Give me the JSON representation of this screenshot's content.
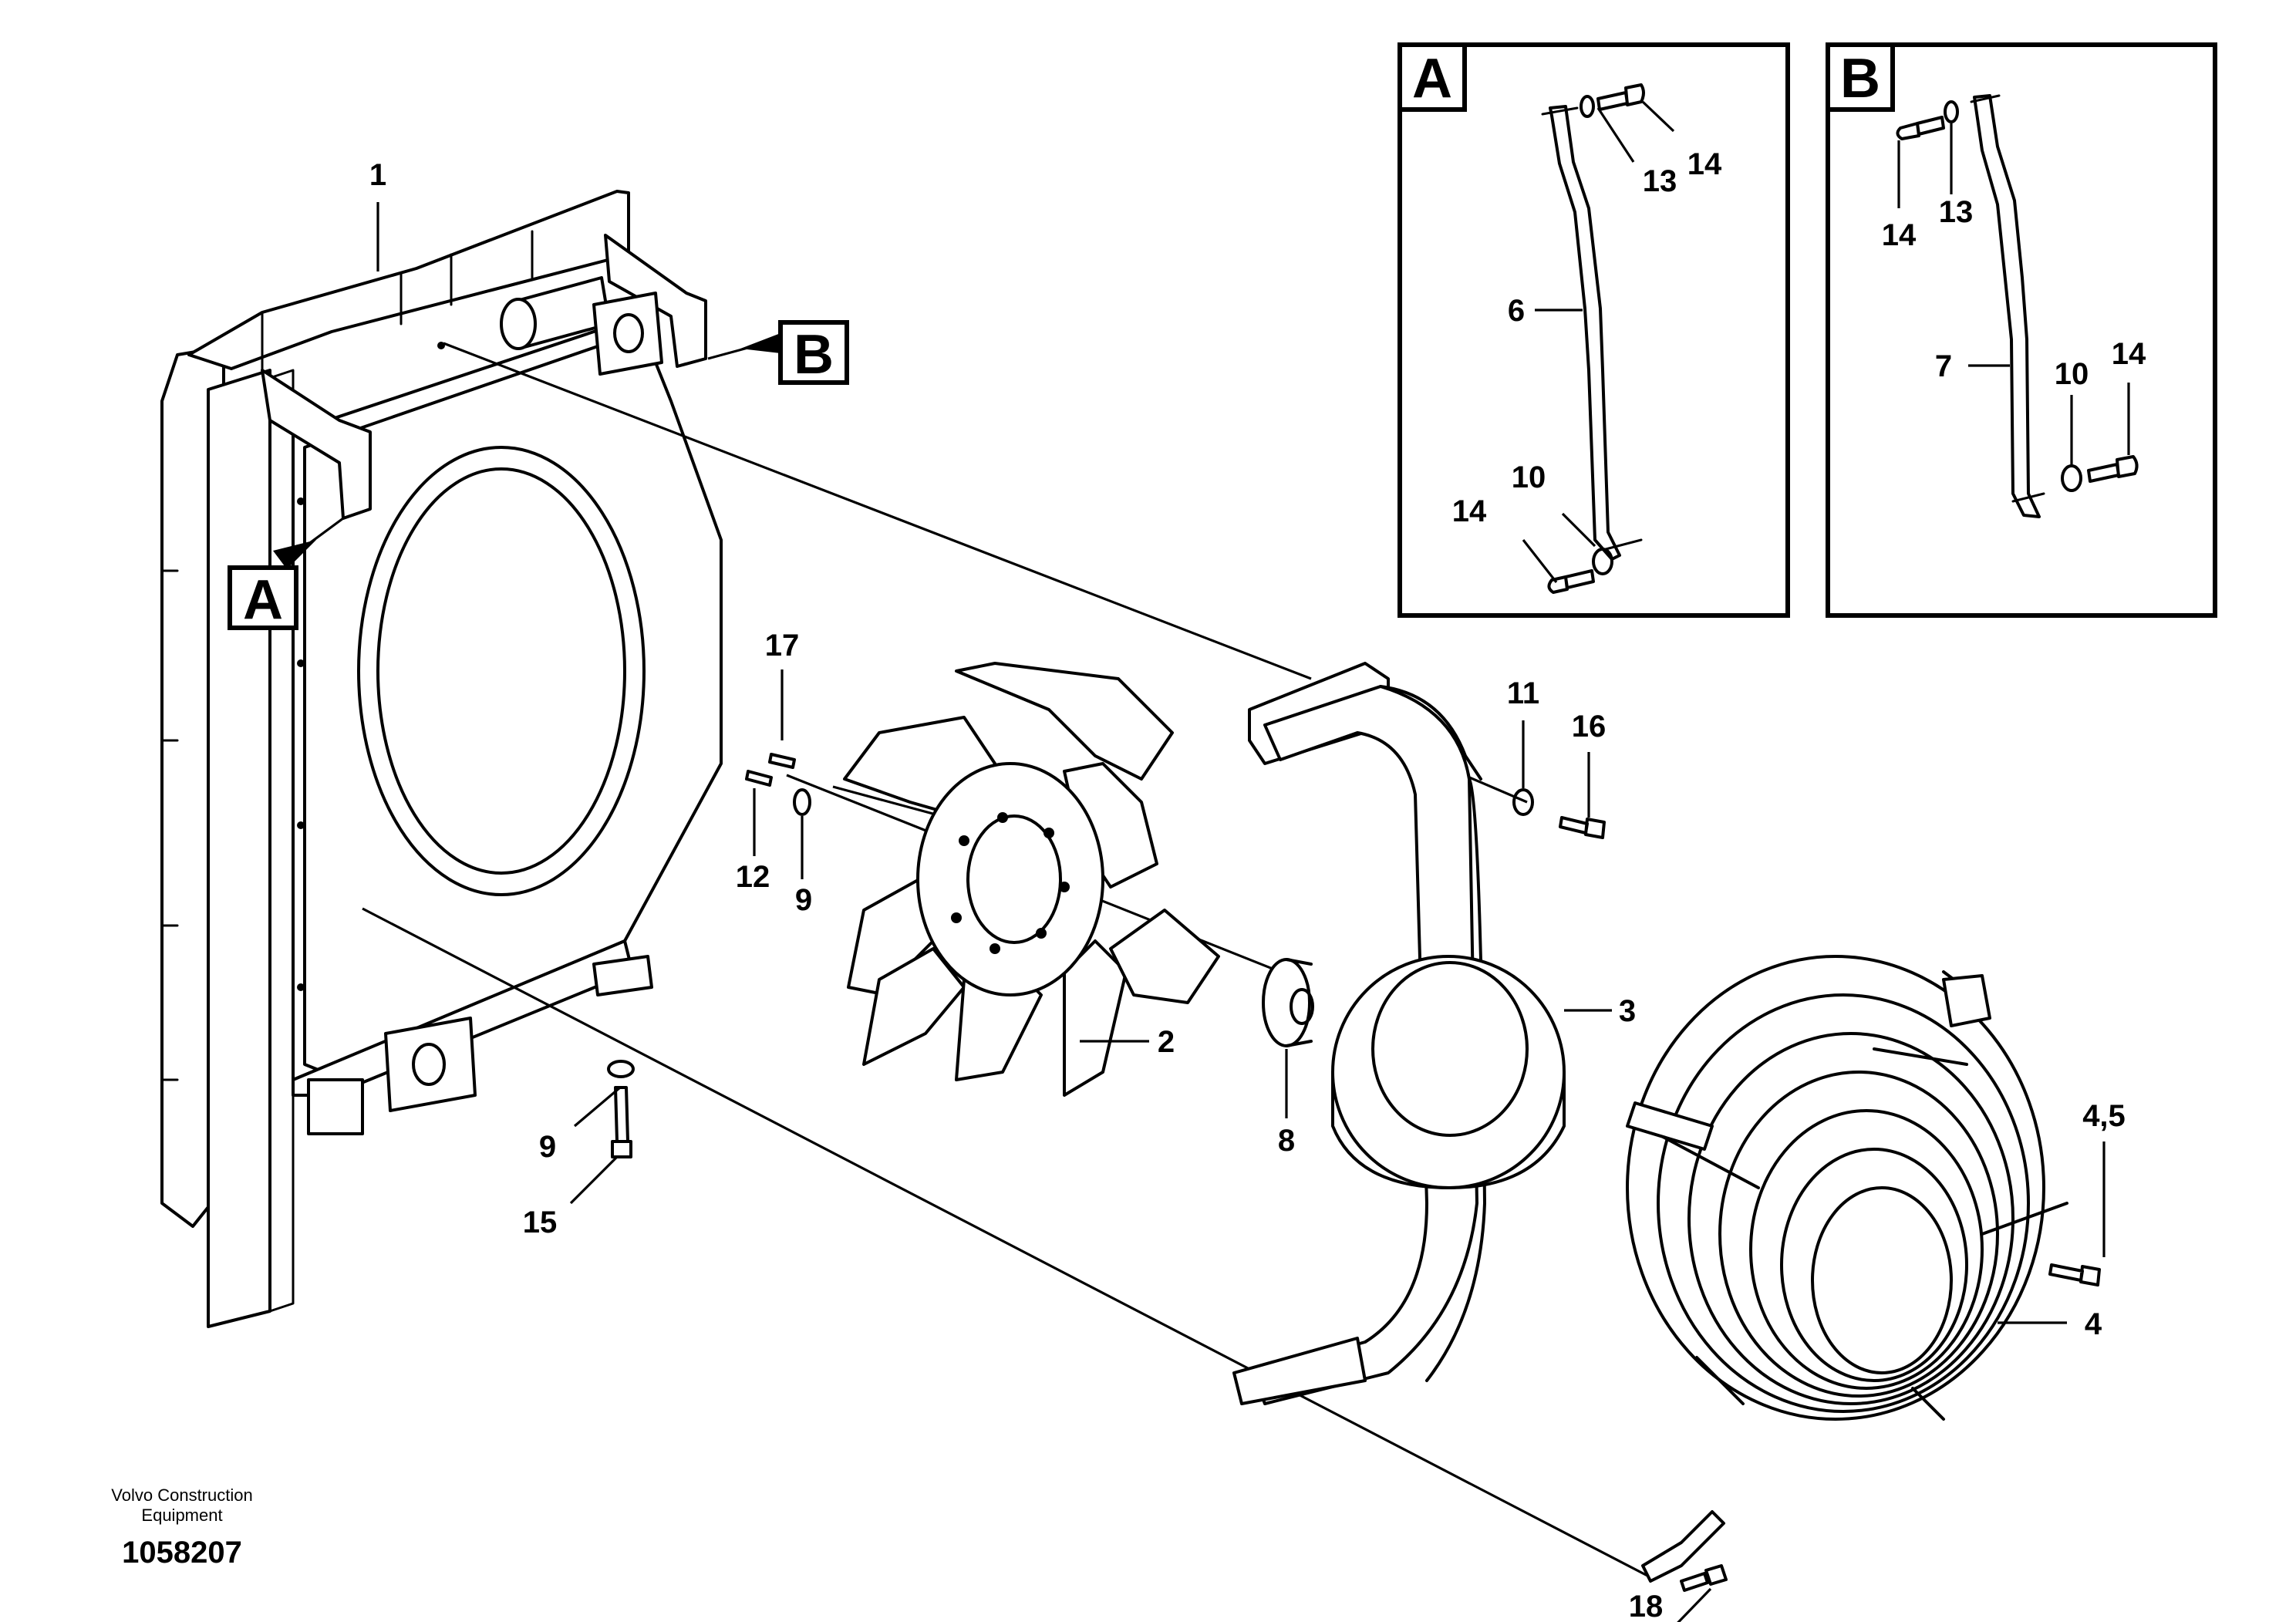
{
  "detail_views": [
    {
      "letter": "A"
    },
    {
      "letter": "B"
    }
  ],
  "callouts": {
    "c1": "1",
    "c2": "2",
    "c3": "3",
    "c4": "4",
    "c45": "4,5",
    "c6": "6",
    "c7": "7",
    "c8": "8",
    "c9a": "9",
    "c9b": "9",
    "c10a": "10",
    "c10b": "10",
    "c11": "11",
    "c12": "12",
    "c13a": "13",
    "c13b": "13",
    "c14a": "14",
    "c14b": "14",
    "c14c": "14",
    "c14d": "14",
    "c15": "15",
    "c16": "16",
    "c17": "17",
    "c18": "18"
  },
  "footer": {
    "company_line1": "Volvo Construction",
    "company_line2": "Equipment",
    "drawing_number": "1058207"
  }
}
